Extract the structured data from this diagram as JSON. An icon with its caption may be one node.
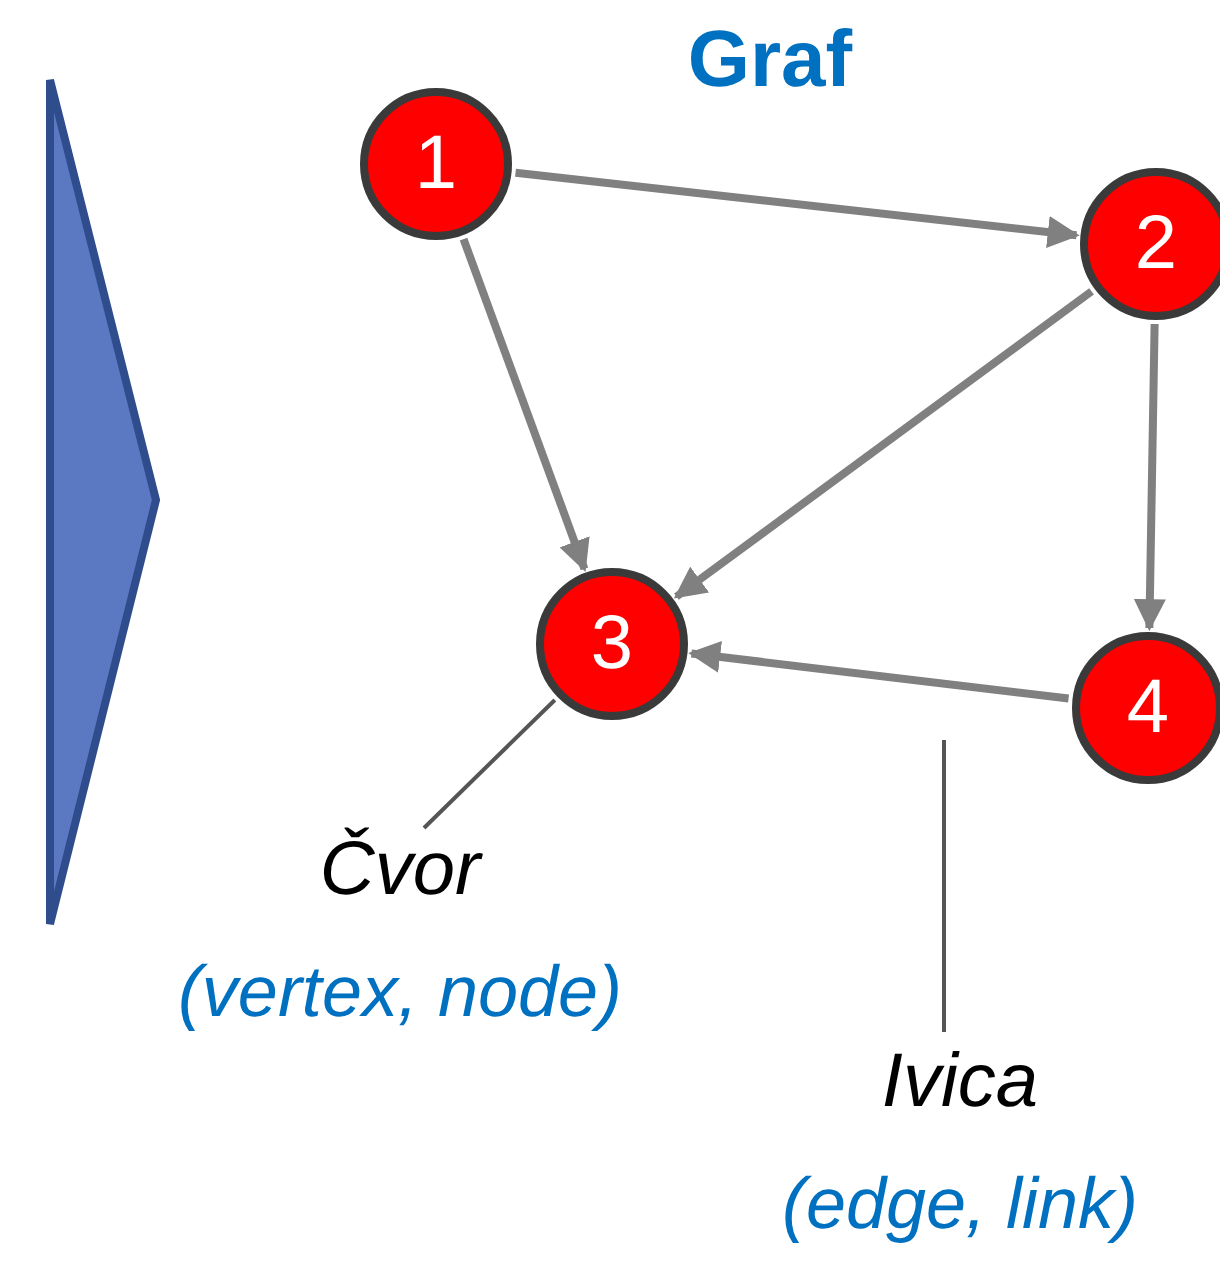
{
  "diagram": {
    "title": "Graf",
    "nodes": [
      {
        "text": [
          "1"
        ]
      },
      {
        "text": [
          "2"
        ]
      },
      {
        "text": [
          "3"
        ]
      },
      {
        "text": [
          "4"
        ]
      },
      {
        "text": [
          "Čvor",
          "(vertex, node)"
        ]
      },
      {
        "text": [
          "Ivica",
          "(edge, link)"
        ]
      },
      {
        "text": [],
        "shape": "triangle"
      }
    ],
    "edges": [
      {
        "from": 0,
        "to": 1,
        "arrow": "to"
      },
      {
        "from": 0,
        "to": 2,
        "arrow": "to"
      },
      {
        "from": 1,
        "to": 2,
        "arrow": "to"
      },
      {
        "from": 1,
        "to": 3,
        "arrow": "to"
      },
      {
        "from": 3,
        "to": 2,
        "arrow": "to"
      },
      {
        "from": 4,
        "to": 2,
        "arrow": "none"
      },
      {
        "from": 5,
        "to": null,
        "arrow": "none"
      }
    ]
  }
}
